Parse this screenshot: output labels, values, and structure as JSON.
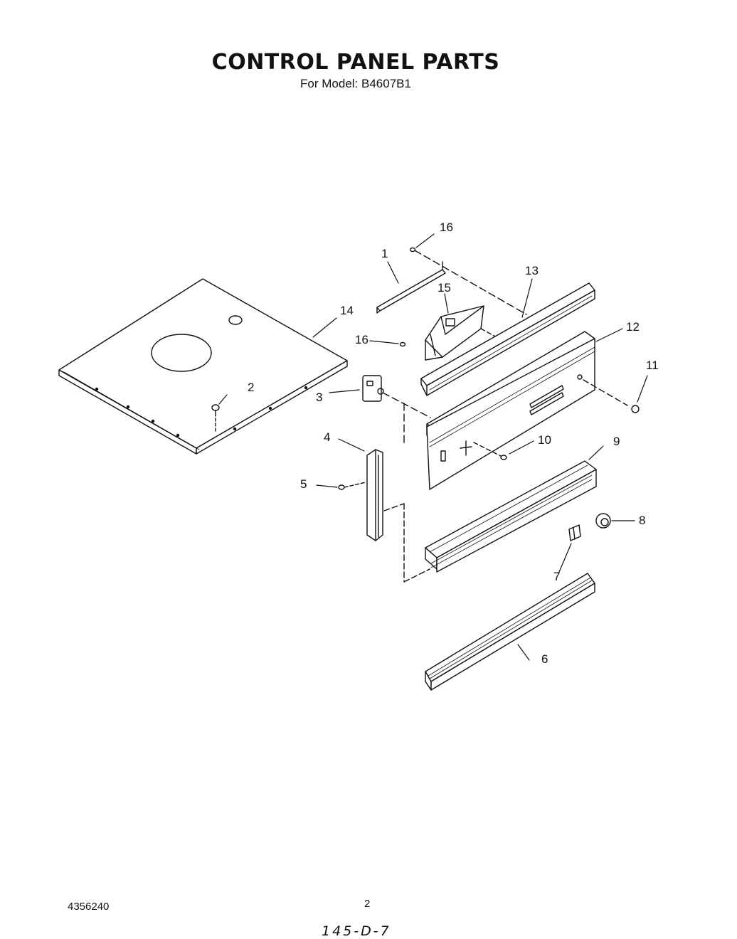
{
  "header": {
    "title": "CONTROL PANEL PARTS",
    "subtitle": "For Model: B4607B1"
  },
  "callouts": {
    "p1": "1",
    "p2": "2",
    "p3": "3",
    "p4": "4",
    "p5": "5",
    "p6": "6",
    "p7": "7",
    "p8": "8",
    "p9": "9",
    "p10": "10",
    "p11": "11",
    "p12": "12",
    "p13": "13",
    "p14": "14",
    "p15": "15",
    "p16a": "16",
    "p16b": "16"
  },
  "footer": {
    "doc_number": "4356240",
    "page_number": "2",
    "handwritten_code": "145-D-7"
  }
}
